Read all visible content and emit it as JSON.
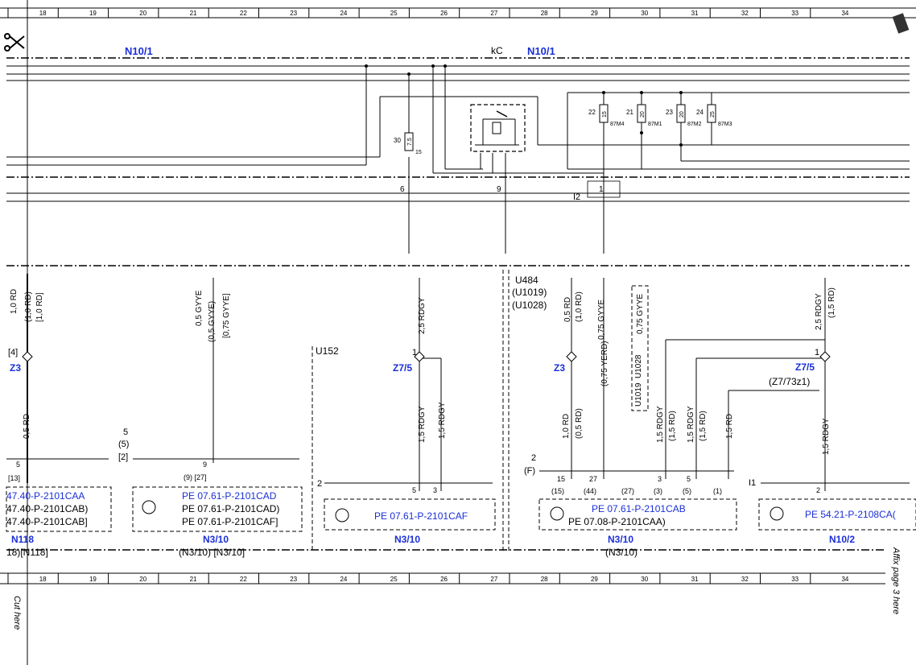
{
  "ruler": {
    "numbers": [
      "18",
      "19",
      "20",
      "21",
      "22",
      "23",
      "24",
      "25",
      "26",
      "27",
      "28",
      "29",
      "30",
      "31",
      "32",
      "33",
      "34"
    ]
  },
  "side": {
    "affix": "Affix page 3 here",
    "cut": "Cut here"
  },
  "top": {
    "n101_left": "N10/1",
    "kc": "kC",
    "n101_right": "N10/1"
  },
  "fuses": [
    {
      "num": "30",
      "val": "7.5",
      "right": "15"
    },
    {
      "num": "22",
      "val": "15",
      "right": "87M4"
    },
    {
      "num": "21",
      "val": "20",
      "right": "87M1"
    },
    {
      "num": "23",
      "val": "20",
      "right": "87M2"
    },
    {
      "num": "24",
      "val": "25",
      "right": "87M3"
    }
  ],
  "pins": {
    "p6": "6",
    "p9": "9",
    "p1": "1",
    "i2": "I2"
  },
  "wires": {
    "w1": "1,0 RD",
    "w1b": "(1,0 RD)",
    "w1c": "[1,0 RD]",
    "w2": "0,5 GYYE",
    "w2b": "(0,5 GYYE)",
    "w2c": "[0,75 GYYE]",
    "w3": "2,5 RDGY",
    "w4": "0,5 RD",
    "w4b": "(1,0 RD)",
    "w5": "0,75 GYYE",
    "w6": "0,75 GYYE",
    "w7": "2,5 RDGY",
    "w7b": "(1,5 RD)",
    "w8": "0,5 RD",
    "w9": "1,5 RDGY",
    "w10": "1,5 RDGY",
    "w11": "1,0 RD",
    "w11b": "(0,5 RD)",
    "w12": "(0,75 YERD)",
    "w13": "U1019",
    "w14": "U1028",
    "w15": "1,5 RDGY",
    "w15b": "(1,5 RD)",
    "w16": "1,5 RDGY",
    "w16b": "(1,5 RD)",
    "w17": "1,5 RD",
    "w18": "1,5 RDGY"
  },
  "splices": {
    "z3_left": "Z3",
    "z3_left_pin": "[4]",
    "z75": "Z7/5",
    "z75_pin": "1",
    "z3_mid": "Z3",
    "z75_right": "Z7/5",
    "z75_right_pin": "1",
    "z75_right_sub": "(Z7/73z1)"
  },
  "labels": {
    "u152": "U152",
    "u484": "U484",
    "u1019": "(U1019)",
    "u1028": "(U1028)"
  },
  "modules": {
    "m1": {
      "pin": "5",
      "pin2": "[13]",
      "ref1": "47.40-P-2101CAA",
      "ref2": "47.40-P-2101CAB)",
      "ref3": "47.40-P-2101CAB]",
      "name": "N118",
      "name2": "18)[N118]"
    },
    "m2": {
      "pre": "5",
      "pre2": "(5)",
      "pre3": "[2]",
      "pin": "9",
      "pin2": "(9) [27]",
      "ref1": "PE 07.61-P-2101CAD",
      "ref2": "PE 07.61-P-2101CAD)",
      "ref3": "PE 07.61-P-2101CAF]",
      "name": "N3/10",
      "name2": "(N3/10)  [N3/10]"
    },
    "m3": {
      "pre": "2",
      "pinA": "5",
      "pinB": "3",
      "ref1": "PE 07.61-P-2101CAF",
      "name": "N3/10"
    },
    "m4": {
      "pre": "2",
      "pre2": "(F)",
      "p15": "15",
      "p15b": "(15)",
      "p27": "27",
      "p27b": "(44)",
      "p27c": "(27)",
      "p3": "3",
      "p3b": "(3)",
      "p5": "5",
      "p5b": "(5)",
      "p1b": "(1)",
      "ref1": "PE 07.61-P-2101CAB",
      "ref2": "PE 07.08-P-2101CAA)",
      "name": "N3/10",
      "name2": "(N3/10)"
    },
    "m5": {
      "pre": "I1",
      "pin": "2",
      "ref1": "PE 54.21-P-2108CA(",
      "name": "N10/2"
    }
  },
  "colors": {
    "blue": "#1a2fd6",
    "line": "#000000"
  }
}
